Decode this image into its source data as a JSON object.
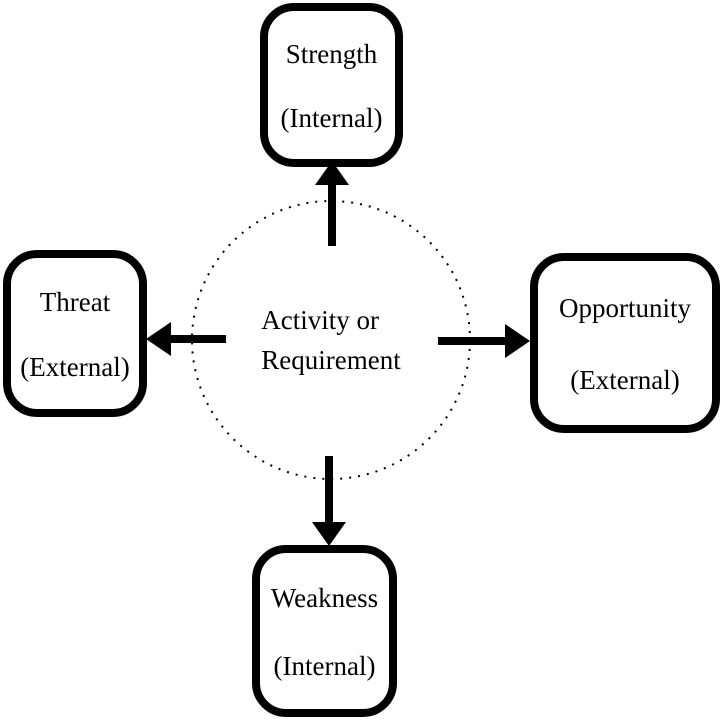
{
  "diagram": {
    "title_semantic": "SWOT analysis of an activity or requirement",
    "center": {
      "line1": "Activity or",
      "line2": "Requirement"
    },
    "nodes": {
      "strength": {
        "label": "Strength",
        "scope": "(Internal)",
        "position": "top"
      },
      "opportunity": {
        "label": "Opportunity",
        "scope": "(External)",
        "position": "right"
      },
      "weakness": {
        "label": "Weakness",
        "scope": "(Internal)",
        "position": "bottom"
      },
      "threat": {
        "label": "Threat",
        "scope": "(External)",
        "position": "left"
      }
    },
    "colors": {
      "ink": "#000000",
      "background": "#ffffff"
    }
  }
}
